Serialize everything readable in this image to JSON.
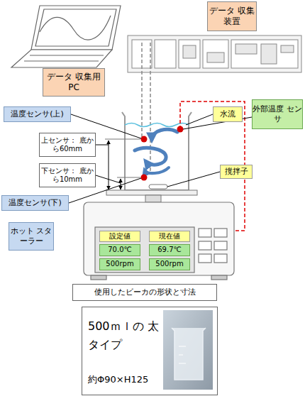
{
  "diagram": {
    "nodes": [
      {
        "text": [
          "データ 収集装置"
        ]
      },
      {
        "text": [
          "データ 収集用PC"
        ]
      },
      {
        "text": [
          "温度センサ(上)"
        ]
      },
      {
        "text": [
          "水流"
        ]
      },
      {
        "text": [
          "外部温度 センサ"
        ]
      },
      {
        "text": [
          "上センサ： 底から60mm"
        ]
      },
      {
        "text": [
          "下センサ： 底から10mm"
        ]
      },
      {
        "text": [
          "撹拌子"
        ]
      },
      {
        "text": [
          "温度センサ(下)"
        ]
      },
      {
        "text": [
          "ホット スターラー"
        ]
      },
      {
        "text": [
          "設定値"
        ]
      },
      {
        "text": [
          "現在値"
        ]
      },
      {
        "text": [
          "70.0℃"
        ]
      },
      {
        "text": [
          "69.7℃"
        ]
      },
      {
        "text": [
          "500rpm"
        ]
      },
      {
        "text": [
          "500rpm"
        ]
      },
      {
        "text": [
          "使用したビーカの形状と寸法"
        ]
      },
      {
        "text": [
          "500ｍｌの 太タイプ",
          "約Φ90×H125"
        ]
      }
    ]
  }
}
